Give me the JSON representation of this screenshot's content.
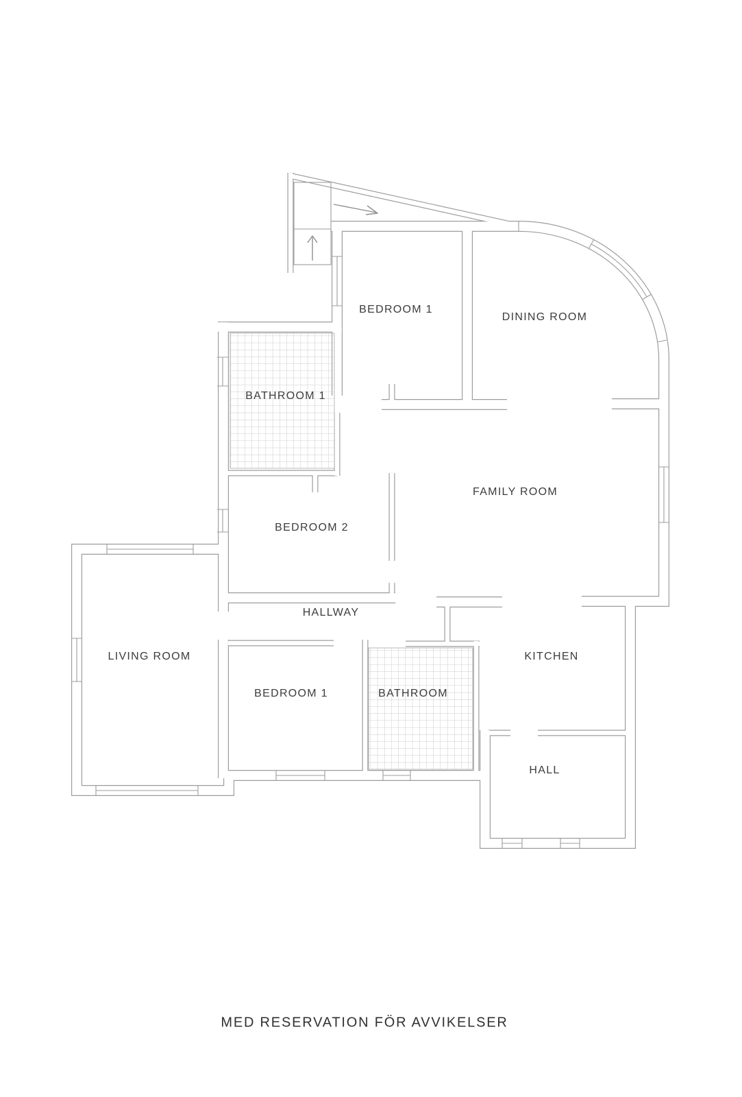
{
  "plan": {
    "rooms": [
      {
        "id": "bedroom1-top",
        "label": "BEDROOM 1"
      },
      {
        "id": "dining-room",
        "label": "DINING ROOM"
      },
      {
        "id": "bathroom1",
        "label": "BATHROOM 1"
      },
      {
        "id": "bedroom2",
        "label": "BEDROOM 2"
      },
      {
        "id": "family-room",
        "label": "FAMILY ROOM"
      },
      {
        "id": "hallway",
        "label": "HALLWAY"
      },
      {
        "id": "living-room",
        "label": "LIVING ROOM"
      },
      {
        "id": "bedroom1-bottom",
        "label": "BEDROOM 1"
      },
      {
        "id": "bathroom-bottom",
        "label": "BATHROOM"
      },
      {
        "id": "kitchen",
        "label": "KITCHEN"
      },
      {
        "id": "hall",
        "label": "HALL"
      }
    ],
    "caption": "MED RESERVATION FÖR AVVIKELSER",
    "icons": {
      "stairs_arrow": "up-arrow",
      "entry_arrow": "right-arrow"
    },
    "colors": {
      "wall_line": "#9d9d9d",
      "tile_line": "#cbcbcb",
      "text": "#3c3c3c",
      "background": "#ffffff"
    }
  }
}
